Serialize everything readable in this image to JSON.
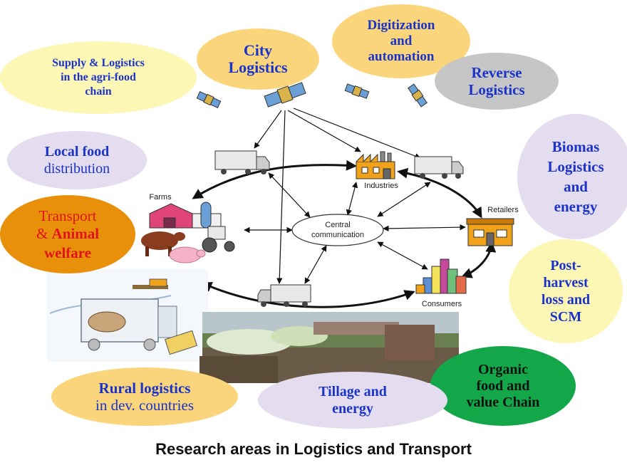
{
  "bubbles": {
    "supply": [
      "Supply & Logistics",
      "in the agri-food",
      "chain"
    ],
    "city": [
      "City",
      "Logistics"
    ],
    "digitization": [
      "Digitization",
      "and",
      "automation"
    ],
    "reverse": [
      "Reverse",
      "Logistics"
    ],
    "local": [
      "Local food",
      "distribution"
    ],
    "biomas": [
      "Biomas",
      "Logistics",
      "and",
      "energy"
    ],
    "transport": [
      "Transport",
      "& ",
      "Animal",
      "welfare"
    ],
    "postharvest": [
      "Post-",
      "harvest",
      "loss and",
      "SCM"
    ],
    "organic": [
      "Organic",
      "food and",
      "value Chain"
    ],
    "rural": [
      "Rural logistics",
      "in dev. countries"
    ],
    "tillage": [
      "Tillage and",
      "energy"
    ]
  },
  "nodes": {
    "farms": "Farms",
    "industries": "Industries",
    "retailers": "Retailers",
    "consumers": "Consumers",
    "central": [
      "Central",
      "communication"
    ]
  },
  "caption": "Research areas in Logistics and Transport",
  "colors": {
    "yellow": "#fdf7b6",
    "orange": "#fbd57c",
    "lavender": "#e4dcef",
    "gray": "#c6c6c6",
    "dark_orange": "#e8900a",
    "green": "#13a74a",
    "text_blue": "#1a33c8",
    "text_red": "#e0141e"
  }
}
